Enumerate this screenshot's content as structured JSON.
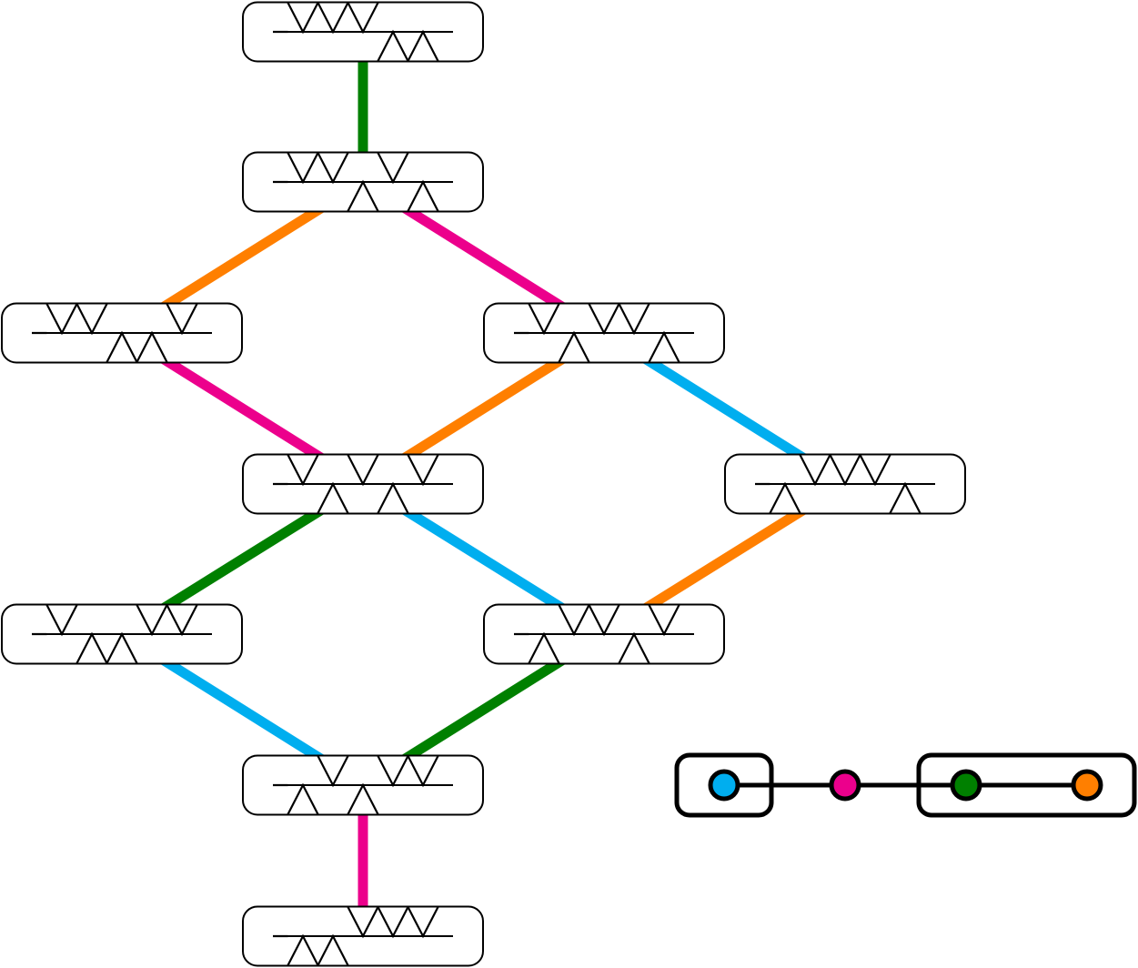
{
  "colors": {
    "blue": "#00aeef",
    "magenta": "#ec008c",
    "green": "#008000",
    "orange": "#ff7f00",
    "node_stroke": "#000000",
    "node_fill": "#ffffff"
  },
  "nodes": [
    {
      "id": "n1",
      "sequence": [
        "V",
        "V",
        "V",
        "A",
        "A"
      ]
    },
    {
      "id": "n2",
      "sequence": [
        "V",
        "V",
        "A",
        "V",
        "A"
      ]
    },
    {
      "id": "n3",
      "sequence": [
        "V",
        "V",
        "A",
        "A",
        "V"
      ]
    },
    {
      "id": "n4",
      "sequence": [
        "V",
        "A",
        "V",
        "V",
        "A"
      ]
    },
    {
      "id": "n5",
      "sequence": [
        "V",
        "A",
        "V",
        "A",
        "V"
      ]
    },
    {
      "id": "n6",
      "sequence": [
        "A",
        "V",
        "V",
        "V",
        "A"
      ]
    },
    {
      "id": "n7",
      "sequence": [
        "V",
        "A",
        "A",
        "V",
        "V"
      ]
    },
    {
      "id": "n8",
      "sequence": [
        "A",
        "V",
        "V",
        "A",
        "V"
      ]
    },
    {
      "id": "n9",
      "sequence": [
        "A",
        "V",
        "A",
        "V",
        "V"
      ]
    },
    {
      "id": "n10",
      "sequence": [
        "A",
        "A",
        "V",
        "V",
        "V"
      ]
    }
  ],
  "edges": [
    {
      "from": "n1",
      "to": "n2",
      "color": "green"
    },
    {
      "from": "n2",
      "to": "n3",
      "color": "orange"
    },
    {
      "from": "n2",
      "to": "n4",
      "color": "magenta"
    },
    {
      "from": "n3",
      "to": "n5",
      "color": "magenta"
    },
    {
      "from": "n4",
      "to": "n5",
      "color": "orange"
    },
    {
      "from": "n4",
      "to": "n6",
      "color": "blue"
    },
    {
      "from": "n5",
      "to": "n7",
      "color": "green"
    },
    {
      "from": "n5",
      "to": "n8",
      "color": "blue"
    },
    {
      "from": "n6",
      "to": "n8",
      "color": "orange"
    },
    {
      "from": "n7",
      "to": "n9",
      "color": "blue"
    },
    {
      "from": "n8",
      "to": "n9",
      "color": "green"
    },
    {
      "from": "n9",
      "to": "n10",
      "color": "magenta"
    }
  ],
  "legend": {
    "dots": [
      "blue",
      "magenta",
      "green",
      "orange"
    ],
    "groups": [
      [
        "blue"
      ],
      [
        "green",
        "orange"
      ]
    ]
  }
}
